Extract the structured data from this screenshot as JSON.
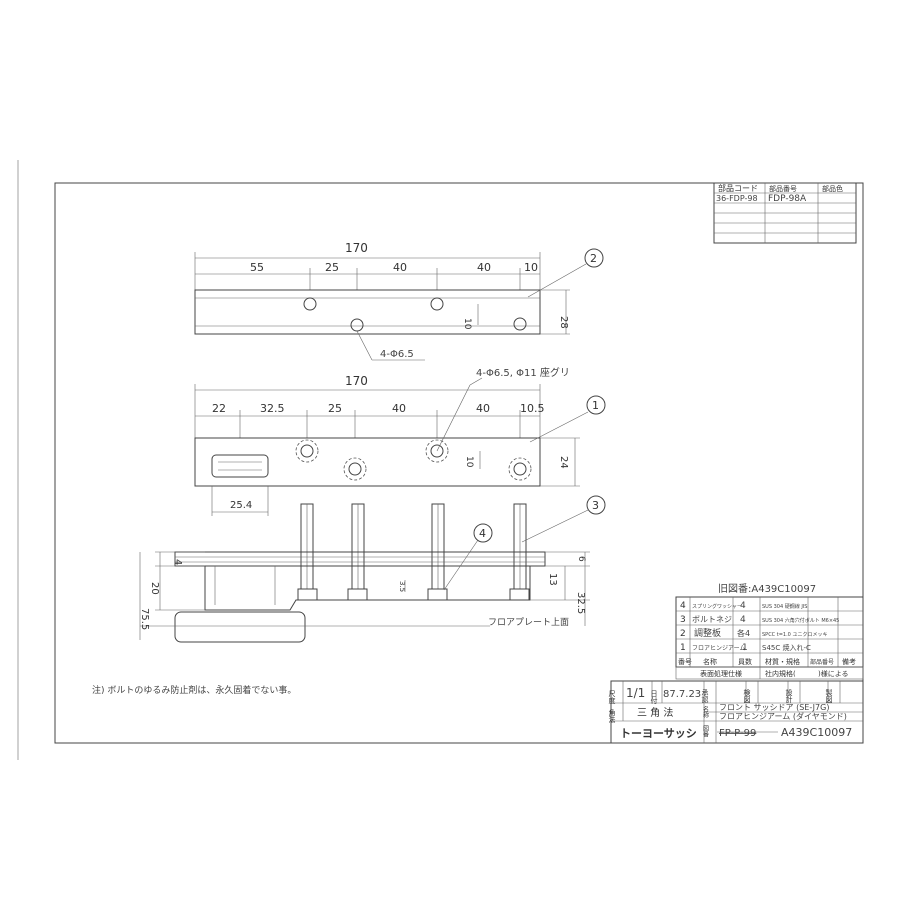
{
  "parts_code_table": {
    "headers": [
      "部品コード",
      "部品番号",
      "部品色"
    ],
    "row": [
      "36-FDP-98",
      "FDP-98A",
      ""
    ]
  },
  "top_view": {
    "overall": "170",
    "dims": [
      "55",
      "25",
      "40",
      "40",
      "10"
    ],
    "height": "28",
    "inner": "10",
    "holes_note": "4-Φ6.5",
    "balloon": "2"
  },
  "front_view": {
    "overall": "170",
    "dims": [
      "22",
      "32.5",
      "25",
      "40",
      "40",
      "10.5"
    ],
    "height": "24",
    "inner": "10",
    "holes_note": "4-Φ6.5, Φ11 座グリ",
    "slot_width": "25.4",
    "balloon": "1"
  },
  "side_view": {
    "dims_left": [
      "4",
      "20",
      "75.5"
    ],
    "dims_right": [
      "6",
      "13",
      "32.5"
    ],
    "small": "3.5",
    "floor_label": "フロアプレート上面",
    "balloon_bolt": "3",
    "balloon_washer": "4"
  },
  "note": "注) ボルトのゆるみ防止剤は、永久固着でない事。",
  "old_drawing": "旧図番:A439C10097",
  "bom": {
    "rows": [
      {
        "no": "4",
        "name": "スプリングワッシャー",
        "qty": "4",
        "spec": "SUS 304 硬鋼線 JIS",
        "std": ""
      },
      {
        "no": "3",
        "name": "ボルトネジ",
        "qty": "4",
        "spec": "SUS 304 六角穴付ボルト M6×45",
        "std": ""
      },
      {
        "no": "2",
        "name": "調整板",
        "qty": "各4",
        "spec": "SPCC t=1.0 ユニクロメッキ",
        "std": ""
      },
      {
        "no": "1",
        "name": "フロアヒンジアーム",
        "qty": "1",
        "spec": "S45C 焼入れ-C",
        "std": ""
      }
    ],
    "header": [
      "番号",
      "名称",
      "員数",
      "材質・規格",
      "部品番号",
      "備考"
    ],
    "surface_treatment": "表面処理仕様",
    "internal_std": "社内規格(",
    "by": ")様による"
  },
  "title_block": {
    "scale_label": "尺度",
    "scale": "1/1",
    "date_label": "日付",
    "date": "87.7.23",
    "approve": "承認",
    "check": "検図",
    "design": "設計",
    "draft": "製図",
    "projection_label": "角法",
    "projection": "三 角 法",
    "name_label": "名称",
    "name1": "フロント サッシドア (SE-J7G)",
    "name2": "フロアヒンジアーム (ダイヤモンド)",
    "number_label": "図番",
    "number_old": "FP-P-99",
    "number": "A439C10097",
    "company": "トーヨーサッシ"
  }
}
